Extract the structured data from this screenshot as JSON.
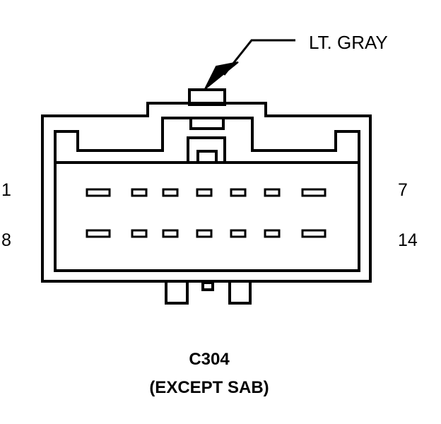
{
  "connector": {
    "wire_color_label": "LT. GRAY",
    "pin_labels": {
      "top_left": "1",
      "top_right": "7",
      "bottom_left": "8",
      "bottom_right": "14"
    },
    "pin_rows": 2,
    "pins_per_row": 7,
    "name": "C304",
    "qualifier": "(EXCEPT SAB)"
  }
}
